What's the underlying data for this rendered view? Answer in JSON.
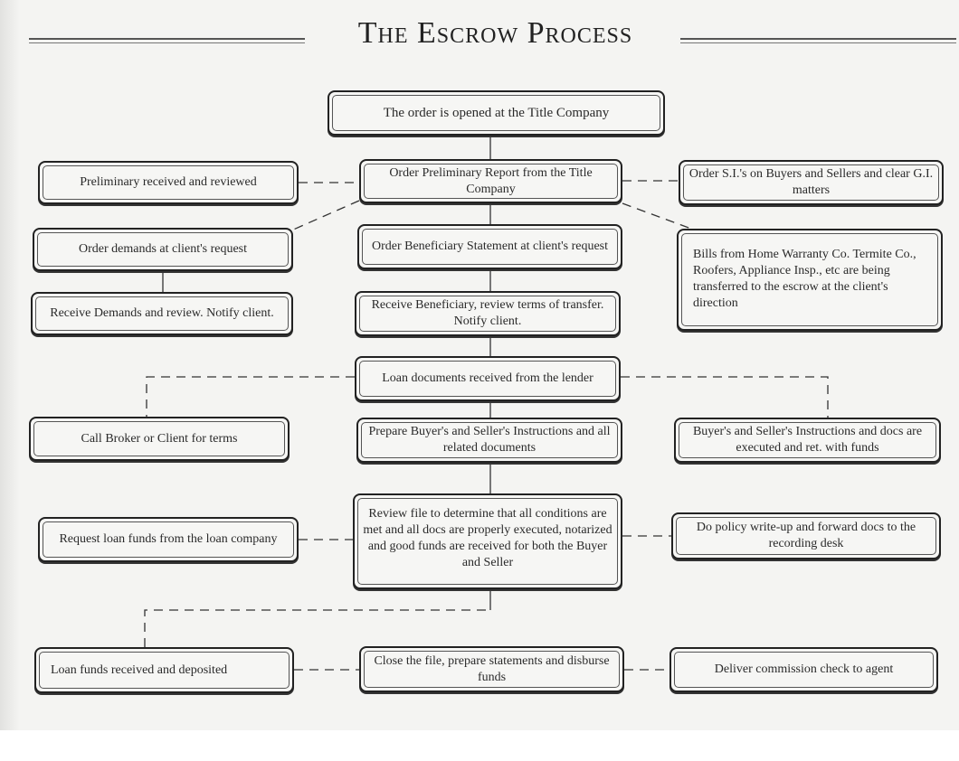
{
  "title": "The Escrow Process",
  "boxes": {
    "order_opened": "The order is opened at the Title Company",
    "order_preliminary": "Order Preliminary Report from the Title Company",
    "preliminary_received": "Preliminary received and reviewed",
    "order_si": "Order S.I.'s on Buyers and Sellers and clear G.I. matters",
    "order_demands": "Order demands at client's request",
    "order_beneficiary": "Order Beneficiary Statement at client's request",
    "bills": "Bills from Home Warranty Co. Termite Co., Roofers, Appliance Insp., etc are being transferred to the escrow at the client's direction",
    "receive_demands": "Receive Demands and review. Notify client.",
    "receive_beneficiary": "Receive Beneficiary, review terms of transfer. Notify client.",
    "loan_documents": "Loan documents received from the lender",
    "call_broker": "Call Broker or Client for terms",
    "prepare_instructions": "Prepare Buyer's and Seller's Instructions and all related documents",
    "instructions_executed": "Buyer's and Seller's Instructions and docs are executed and ret. with funds",
    "request_loan_funds": "Request loan funds from the loan company",
    "review_file": "Review file to determine that all conditions are met and all docs are properly executed, notarized and good funds are received for both the Buyer and Seller",
    "policy_writeup": "Do policy write-up and forward docs to the recording desk",
    "loan_funds_deposited": "Loan funds received and deposited",
    "close_file": "Close the file, prepare statements and disburse funds",
    "deliver_commission": "Deliver commission check to agent"
  }
}
